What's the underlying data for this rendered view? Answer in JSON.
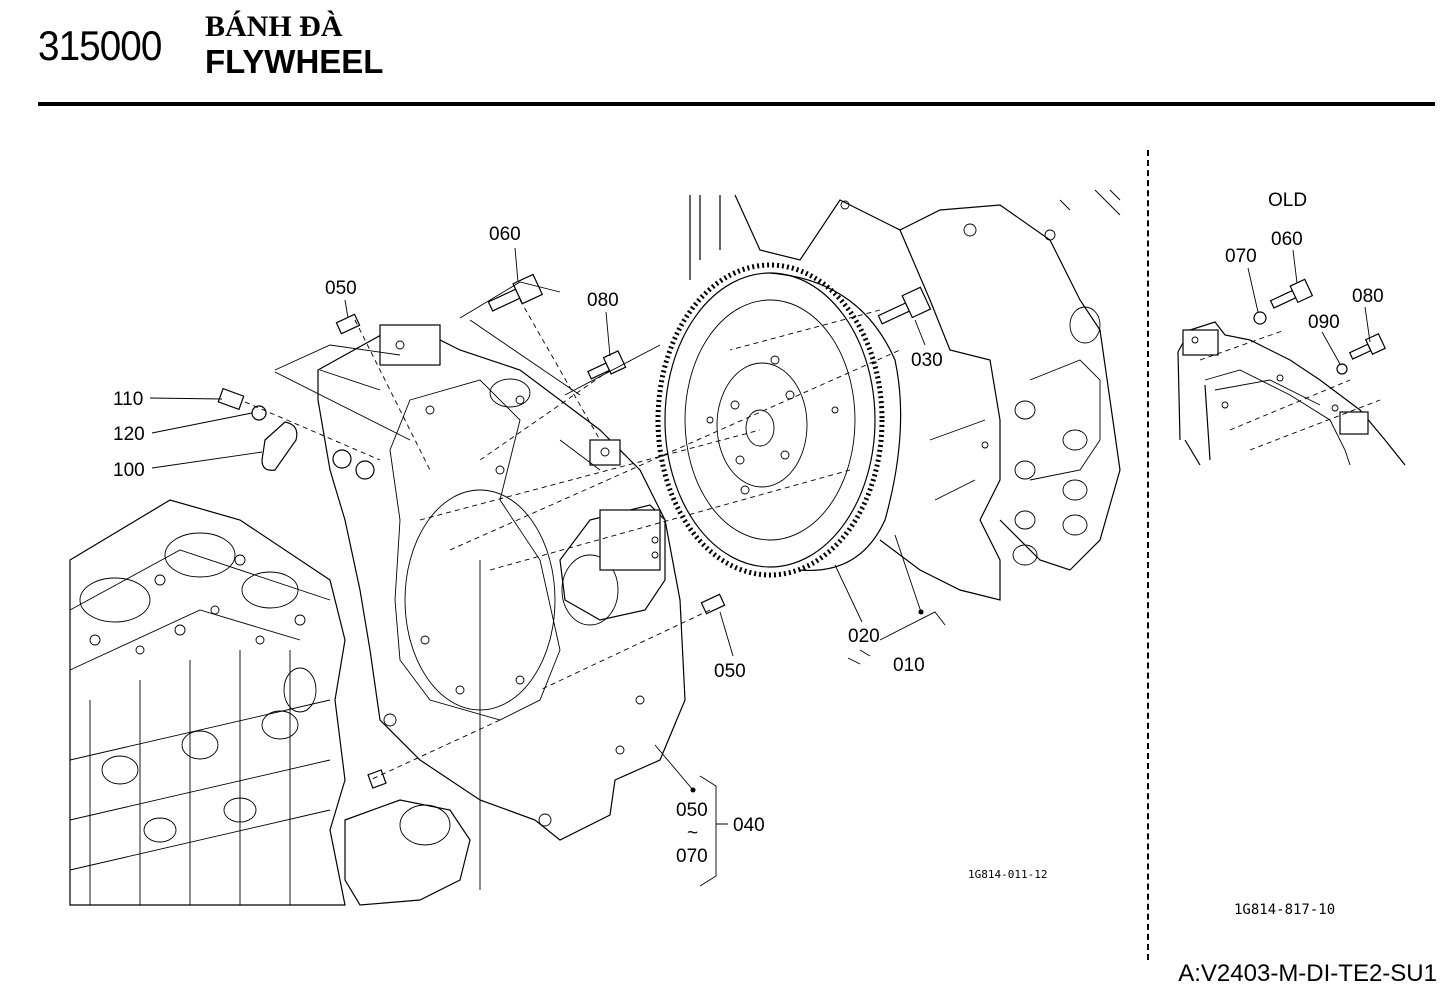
{
  "header": {
    "code": "315000",
    "title_vn": "BÁNH ĐÀ",
    "title_en": "FLYWHEEL"
  },
  "main_diagram": {
    "labels": {
      "p060": "060",
      "p050_top": "050",
      "p080": "080",
      "p110": "110",
      "p120": "120",
      "p100": "100",
      "p030": "030",
      "p020": "020",
      "p010": "010",
      "p050_mid": "050",
      "p050_bot": "050",
      "tilde": "~",
      "p070": "070",
      "p040": "040"
    },
    "drawing_code": "1G814-011-12"
  },
  "old_diagram": {
    "title": "OLD",
    "labels": {
      "p070": "070",
      "p060": "060",
      "p080": "080",
      "p090": "090"
    },
    "drawing_code": "1G814-817-10"
  },
  "footer": {
    "model_code": "A:V2403-M-DI-TE2-SU1"
  }
}
